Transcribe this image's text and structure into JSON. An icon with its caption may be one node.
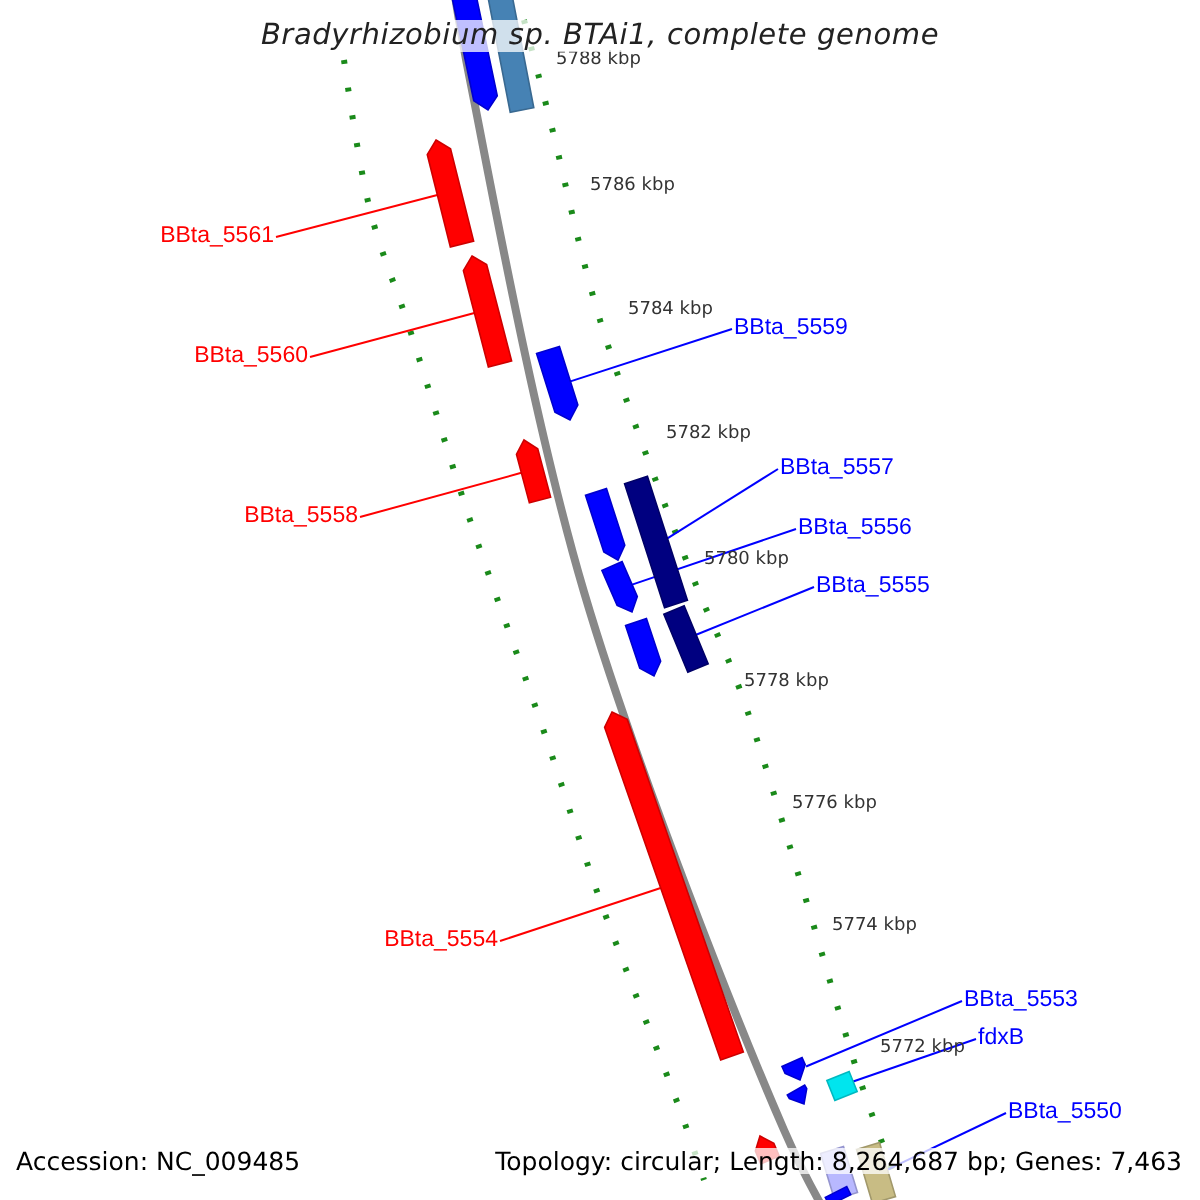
{
  "diagram": {
    "title": "Bradyrhizobium sp. BTAi1, complete genome",
    "nodes": [
      {
        "text": [
          "BBta_5561"
        ]
      },
      {
        "text": [
          "BBta_5560"
        ]
      },
      {
        "text": [
          "BBta_5559"
        ]
      },
      {
        "text": [
          "BBta_5558"
        ]
      },
      {
        "text": [
          "BBta_5557"
        ]
      },
      {
        "text": [
          "BBta_5556"
        ]
      },
      {
        "text": [
          "BBta_5555"
        ]
      },
      {
        "text": [
          "BBta_5554"
        ]
      },
      {
        "text": [
          "BBta_5553"
        ]
      },
      {
        "text": [
          "fdxB"
        ]
      },
      {
        "text": [
          "BBta_5550"
        ]
      },
      {
        "text": [],
        "shape": "arrow"
      },
      {
        "text": [],
        "shape": "bar"
      },
      {
        "text": [],
        "shape": "arrow"
      },
      {
        "text": [],
        "shape": "arrow"
      },
      {
        "text": [],
        "shape": "arrow"
      },
      {
        "text": [],
        "shape": "arrow"
      },
      {
        "text": [],
        "shape": "arrow"
      },
      {
        "text": [],
        "shape": "bar"
      },
      {
        "text": [],
        "shape": "arrow"
      },
      {
        "text": [],
        "shape": "bar"
      },
      {
        "text": [],
        "shape": "arrow"
      },
      {
        "text": [],
        "shape": "arrow"
      },
      {
        "text": [],
        "shape": "arrow"
      },
      {
        "text": [],
        "shape": "arrow"
      },
      {
        "text": [],
        "shape": "bar"
      },
      {
        "text": [],
        "shape": "arrow"
      },
      {
        "text": [],
        "shape": "bar"
      },
      {
        "text": [],
        "shape": "bar"
      },
      {
        "text": [],
        "shape": "bar"
      }
    ],
    "edges": [
      {
        "from": 0,
        "to": 13,
        "arrow": "none",
        "color": "#ff0000"
      },
      {
        "from": 1,
        "to": 14,
        "arrow": "none",
        "color": "#ff0000"
      },
      {
        "from": 2,
        "to": 15,
        "arrow": "none"
      },
      {
        "from": 3,
        "to": 16,
        "arrow": "none",
        "color": "#ff0000"
      },
      {
        "from": 4,
        "to": 18,
        "arrow": "none"
      },
      {
        "from": 5,
        "to": 19,
        "arrow": "none"
      },
      {
        "from": 6,
        "to": 20,
        "arrow": "none"
      },
      {
        "from": 7,
        "to": 22,
        "arrow": "none",
        "color": "#ff0000"
      },
      {
        "from": 8,
        "to": 23,
        "arrow": "none"
      },
      {
        "from": 9,
        "to": 25,
        "arrow": "none"
      },
      {
        "from": 10,
        "to": 28,
        "arrow": "none"
      }
    ],
    "labels": [
      "5788 kbp",
      "5786 kbp",
      "5784 kbp",
      "5782 kbp",
      "5780 kbp",
      "5778 kbp",
      "5776 kbp",
      "5774 kbp",
      "5772 kbp",
      "Accession: NC_009485",
      "Topology: circular; Length: 8,264,687 bp; Genes: 7,463"
    ]
  }
}
